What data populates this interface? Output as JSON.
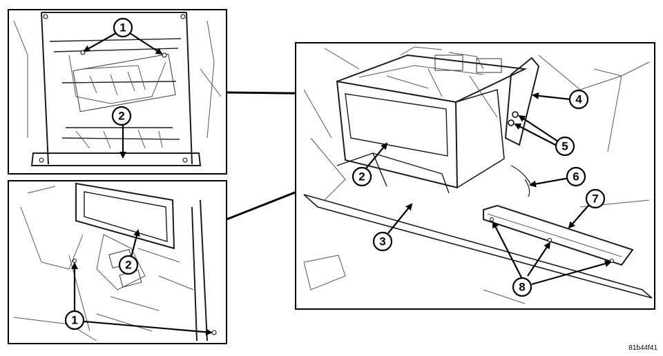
{
  "figure_code": "81b44f41",
  "callouts": {
    "tl_1": "1",
    "tl_2": "2",
    "bl_2": "2",
    "bl_1": "1",
    "m_2": "2",
    "m_3": "3",
    "m_4": "4",
    "m_5": "5",
    "m_6": "6",
    "m_7": "7",
    "m_8": "8"
  }
}
